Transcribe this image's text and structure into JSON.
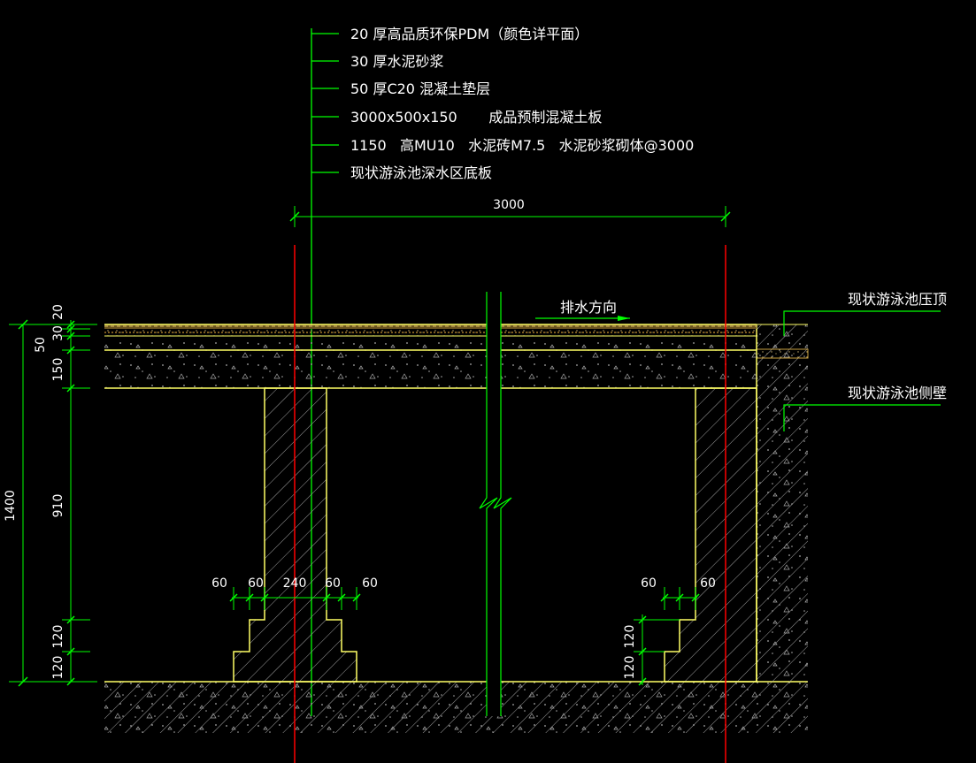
{
  "layer_callouts": [
    "20 厚高品质环保PDM（颜色详平面）",
    "30 厚水泥砂浆",
    "50 厚C20 混凝土垫层",
    "3000x500x150       成品预制混凝土板",
    "1150   高MU10   水泥砖M7.5   水泥砂浆砌体@3000",
    "现状游泳池深水区底板"
  ],
  "labels": {
    "top_dim": "3000",
    "drain_direction": "排水方向",
    "pool_coping": "现状游泳池压顶",
    "pool_side_wall": "现状游泳池侧壁"
  },
  "left_dims": {
    "d20": "20",
    "d30": "30",
    "d50": "50",
    "d150": "150",
    "d910": "910",
    "d120a": "120",
    "d120b": "120",
    "total": "1400"
  },
  "pier_dims": {
    "l60a": "60",
    "l60b": "60",
    "l240": "240",
    "l60c": "60",
    "l60d": "60",
    "r60a": "60",
    "r60b": "60",
    "r120a": "120",
    "r120b": "120"
  },
  "colors": {
    "background": "#000000",
    "leader_green": "#00ff00",
    "axis_red": "#ff0000",
    "outline_yellow": "#ffff66",
    "hatch_grey": "#9a9a9a",
    "text_white": "#ffffff"
  }
}
